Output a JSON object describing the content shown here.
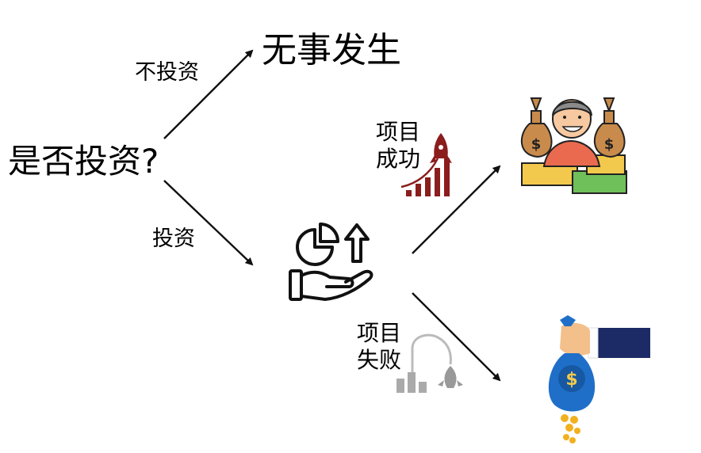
{
  "question": "是否投资?",
  "branches": {
    "no_invest": "不投资",
    "invest": "投资"
  },
  "outcomes": {
    "nothing": "无事发生",
    "success": {
      "line1": "项目",
      "line2": "成功"
    },
    "failure": {
      "line1": "项目",
      "line2": "失败"
    }
  },
  "icons": {
    "investment": "hand-chart-growth-icon",
    "success_rocket": "rocket-growth-icon",
    "failure_rocket": "failed-rocket-icon",
    "rich_person": "rich-person-money-bags-icon",
    "money_loss": "money-bag-losing-coins-icon"
  },
  "colors": {
    "arrow": "#111111",
    "success_red": "#8b1d1d",
    "fail_gray": "#9a9a9a",
    "money_blue": "#1f6fc9",
    "coin_gold": "#f2b01e",
    "suit_navy": "#1c2a66"
  }
}
